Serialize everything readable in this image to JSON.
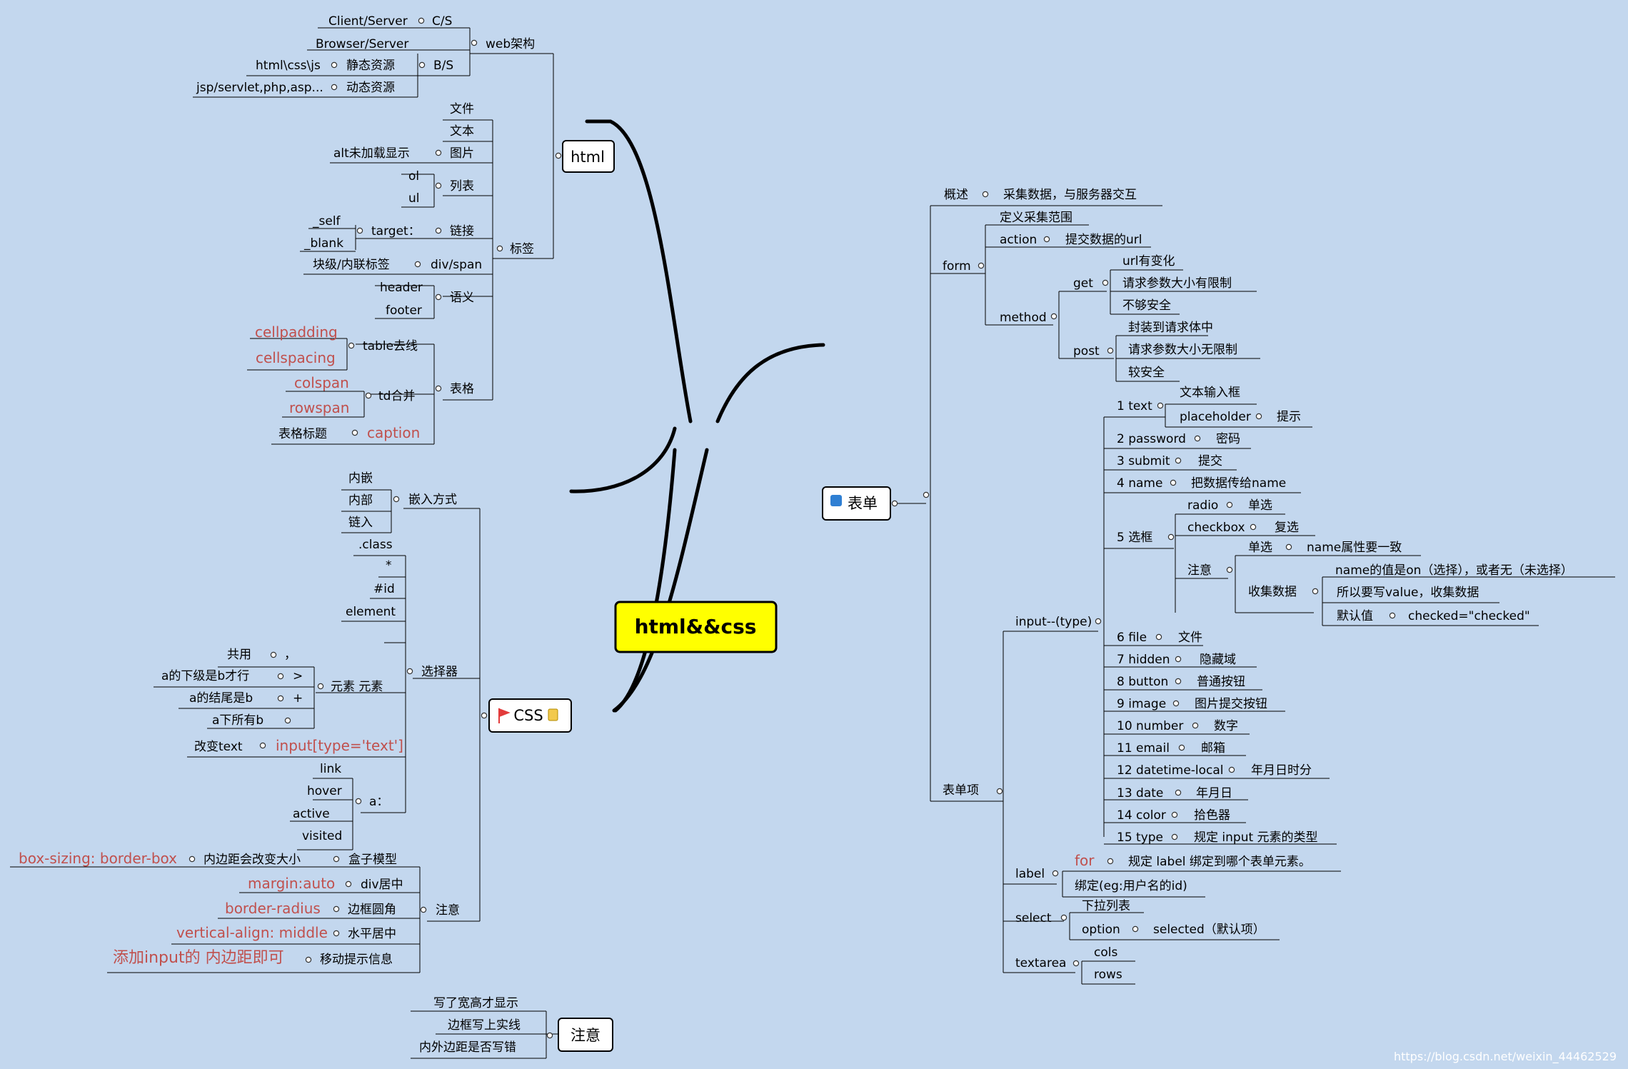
{
  "title": "html&&css",
  "watermark": "https://blog.csdn.net/weixin_44462529",
  "colors": {
    "background": "#c3d7ee",
    "node_fill": "#ffffff",
    "central_fill": "#ffff00",
    "line": "#000000",
    "highlight_text": "#c0504d",
    "flag": "#e23b3b",
    "form_icon": "#2f7fd3"
  },
  "icons": {
    "css": "flag-icon",
    "css_note": "note-icon",
    "form": "form-icon"
  },
  "branches": {
    "html": "html",
    "css": "CSS",
    "form": "表单",
    "note": "注意"
  },
  "html_branch": {
    "web_arch": {
      "label": "web架构",
      "cs": "C/S",
      "cs_detail": "Client/Server",
      "bs": "B/S",
      "bs_detail": "Browser/Server",
      "static": "静态资源",
      "static_detail": "html\\css\\js",
      "dynamic": "动态资源",
      "dynamic_detail": "jsp/servlet,php,asp..."
    },
    "tags": {
      "label": "标签",
      "file": "文件",
      "text": "文本",
      "image": "图片",
      "image_alt": "alt未加载显示",
      "list": "列表",
      "ol": "ol",
      "ul": "ul",
      "link": "链接",
      "target": "target：",
      "self": "_self",
      "blank": "_blank",
      "divspan": "div/span",
      "divspan_detail": "块级/内联标签",
      "semantic": "语义",
      "header": "header",
      "footer": "footer",
      "table": "表格",
      "table_border": "table去线",
      "cellpadding": "cellpadding",
      "cellspacing": "cellspacing",
      "td_merge": "td合并",
      "colspan": "colspan",
      "rowspan": "rowspan",
      "caption": "caption",
      "caption_label": "表格标题"
    }
  },
  "css_branch": {
    "embed": {
      "label": "嵌入方式",
      "inline": "内嵌",
      "internal": "内部",
      "external": "链入"
    },
    "selector": {
      "label": "选择器",
      "class": ".class",
      "star": "*",
      "id": "#id",
      "element": "element",
      "element_combo": "元素 元素",
      "common": "共用",
      "common_sym": "，",
      "desc": "a的下级是b才行",
      "desc_sym": ">",
      "after": "a的结尾是b",
      "after_sym": "+",
      "all": "a下所有b",
      "change_text": "改变text",
      "input_attr": "input[type='text']",
      "a_label": "a：",
      "link": "link",
      "hover": "hover",
      "active": "active",
      "visited": "visited"
    },
    "note": {
      "label": "注意",
      "box_model": "盒子模型",
      "padding_change": "内边距会改变大小",
      "box_sizing": "box-sizing: border-box",
      "div_center": "div居中",
      "margin_auto": "margin:auto",
      "border_round": "边框圆角",
      "border_radius": "border-radius",
      "hcenter": "水平居中",
      "valign": "vertical-align: middle",
      "move_hint": "移动提示信息",
      "input_padding": "添加input的 内边距即可"
    }
  },
  "note_branch": {
    "item1": "写了宽高才显示",
    "item2": "边框写上实线",
    "item3": "内外边距是否写错"
  },
  "form_branch": {
    "overview": {
      "label": "概述",
      "detail": "采集数据，与服务器交互"
    },
    "form": {
      "label": "form",
      "range": "定义采集范围",
      "action": "action",
      "action_detail": "提交数据的url",
      "method": "method",
      "get": "get",
      "get_1": "url有变化",
      "get_2": "请求参数大小有限制",
      "get_3": "不够安全",
      "post": "post",
      "post_1": "封装到请求体中",
      "post_2": "请求参数大小无限制",
      "post_3": "较安全"
    },
    "items": {
      "label": "表单项",
      "input_type": "input--(type)",
      "text": "1 text",
      "text_1": "文本输入框",
      "placeholder": "placeholder",
      "hint": "提示",
      "password": "2 password",
      "password_1": "密码",
      "submit": "3 submit",
      "submit_1": "提交",
      "name": "4 name",
      "name_1": "把数据传给name",
      "box": "5 选框",
      "radio": "radio",
      "radio_1": "单选",
      "checkbox": "checkbox",
      "checkbox_1": "复选",
      "attention": "注意",
      "single": "单选",
      "single_1": "name属性要一致",
      "collect": "收集数据",
      "collect_1": "name的值是on（选择），或者无（未选择）",
      "collect_2": "所以要写value，收集数据",
      "default": "默认值",
      "default_1": "checked=\"checked\"",
      "file": "6 file",
      "file_1": "文件",
      "hidden": "7 hidden",
      "hidden_1": "隐藏域",
      "button": "8 button",
      "button_1": "普通按钮",
      "image": "9 image",
      "image_1": "图片提交按钮",
      "number": "10 number",
      "number_1": "数字",
      "email": "11 email",
      "email_1": "邮箱",
      "datetime": "12 datetime-local",
      "datetime_1": "年月日时分",
      "date": "13 date",
      "date_1": "年月日",
      "color": "14 color",
      "color_1": "拾色器",
      "type15": "15 type",
      "type15_1": "规定 input 元素的类型",
      "label_tag": "label",
      "for": "for",
      "for_1": "规定 label 绑定到哪个表单元素。",
      "bind": "绑定(eg:用户名的id)",
      "select": "select",
      "dropdown": "下拉列表",
      "option": "option",
      "selected": "selected（默认项）",
      "textarea": "textarea",
      "cols": "cols",
      "rows": "rows"
    }
  }
}
